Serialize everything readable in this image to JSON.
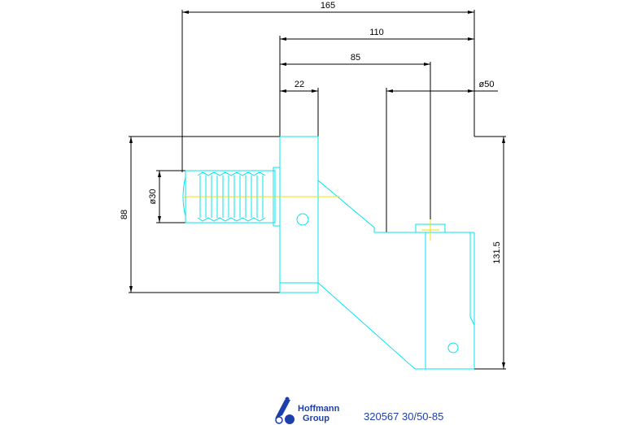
{
  "dimensions": {
    "overall_length": "165",
    "flange_to_tip": "110",
    "flange_to_axis": "85",
    "flange_width": "22",
    "shank_diameter": "ø50",
    "thread_diameter": "ø30",
    "height_left": "88",
    "height_right": "131.5"
  },
  "footer": {
    "brand_line1": "Hoffmann",
    "brand_line2": "Group",
    "part_code": "320567 30/50-85"
  },
  "colors": {
    "part_outline": "#00e5f0",
    "center_line": "#f0e000",
    "dimension": "#000000",
    "brand": "#1c3fae"
  },
  "icons": {
    "logo": "hoffmann-group-logo-icon"
  }
}
